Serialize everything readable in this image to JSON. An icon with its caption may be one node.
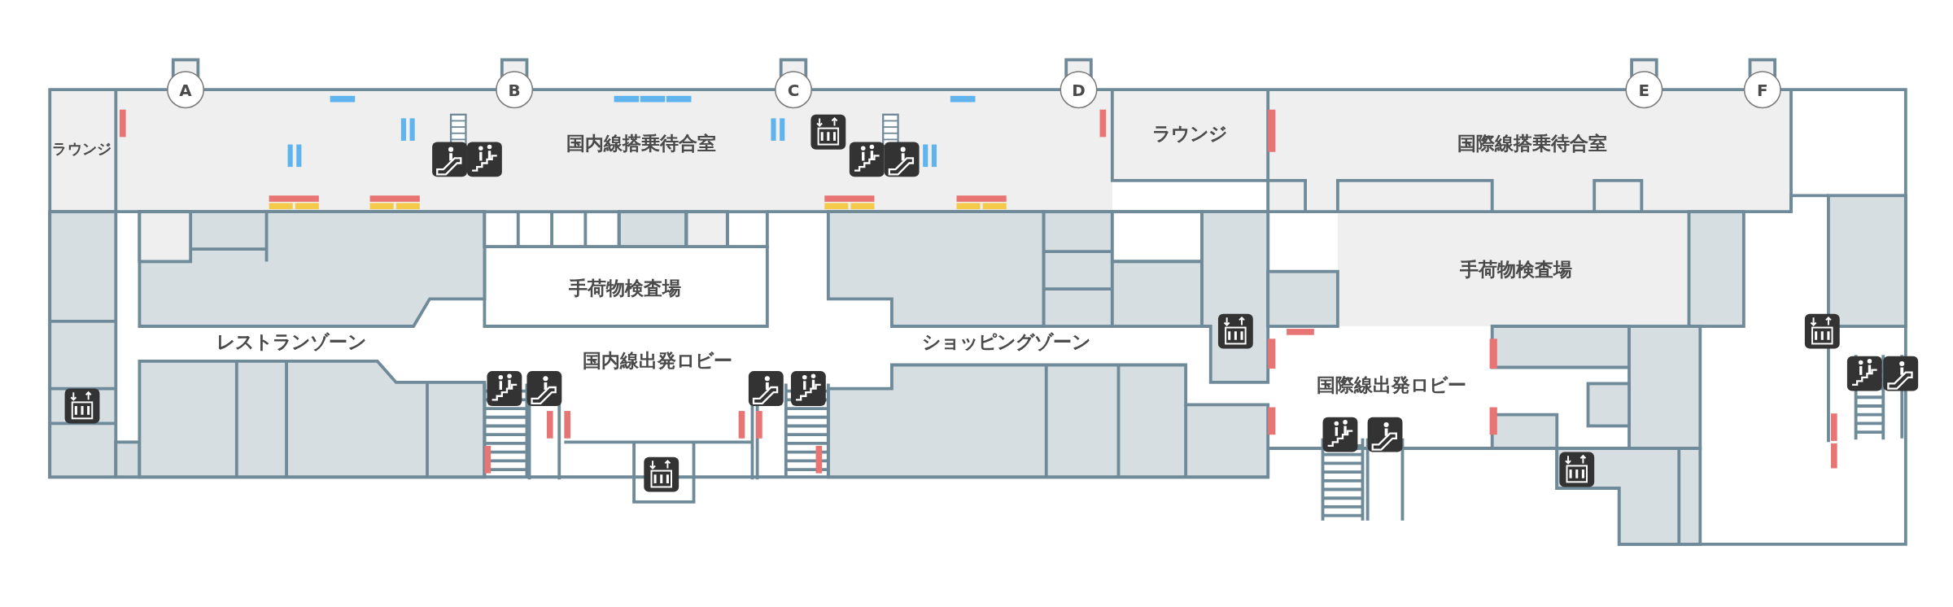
{
  "diagram": {
    "nodes": [
      {
        "text": [
          "ラウンジ"
        ]
      },
      {
        "text": [
          "国内線搭乗待合室"
        ]
      },
      {
        "text": [
          "ラウンジ"
        ]
      },
      {
        "text": [
          "国際線搭乗待合室"
        ]
      },
      {
        "text": [
          "手荷物検査場"
        ]
      },
      {
        "text": [
          "手荷物検査場"
        ]
      },
      {
        "text": [
          "A"
        ]
      },
      {
        "text": [
          "B"
        ]
      },
      {
        "text": [
          "C"
        ]
      },
      {
        "text": [
          "D"
        ]
      },
      {
        "text": [
          "E"
        ]
      },
      {
        "text": [
          "F"
        ]
      },
      {
        "text": [],
        "shape": "box"
      },
      {
        "text": [],
        "shape": "box"
      },
      {
        "text": [],
        "shape": "box"
      },
      {
        "text": [],
        "shape": "box"
      },
      {
        "text": [],
        "shape": "box"
      },
      {
        "text": [],
        "shape": "box"
      },
      {
        "text": [],
        "shape": "box"
      },
      {
        "text": [],
        "shape": "box"
      },
      {
        "text": [],
        "shape": "box"
      },
      {
        "text": [],
        "shape": "box"
      },
      {
        "text": [],
        "shape": "box"
      },
      {
        "text": [],
        "shape": "box"
      },
      {
        "text": [],
        "shape": "box"
      },
      {
        "text": [],
        "shape": "box"
      },
      {
        "text": [],
        "shape": "box"
      },
      {
        "text": [],
        "shape": "box"
      },
      {
        "text": [],
        "shape": "box"
      },
      {
        "text": [],
        "shape": "box"
      }
    ],
    "labels": [
      "レストランゾーン",
      "国内線出発ロビー",
      "ショッピングゾーン",
      "国際線出発ロビー"
    ]
  }
}
